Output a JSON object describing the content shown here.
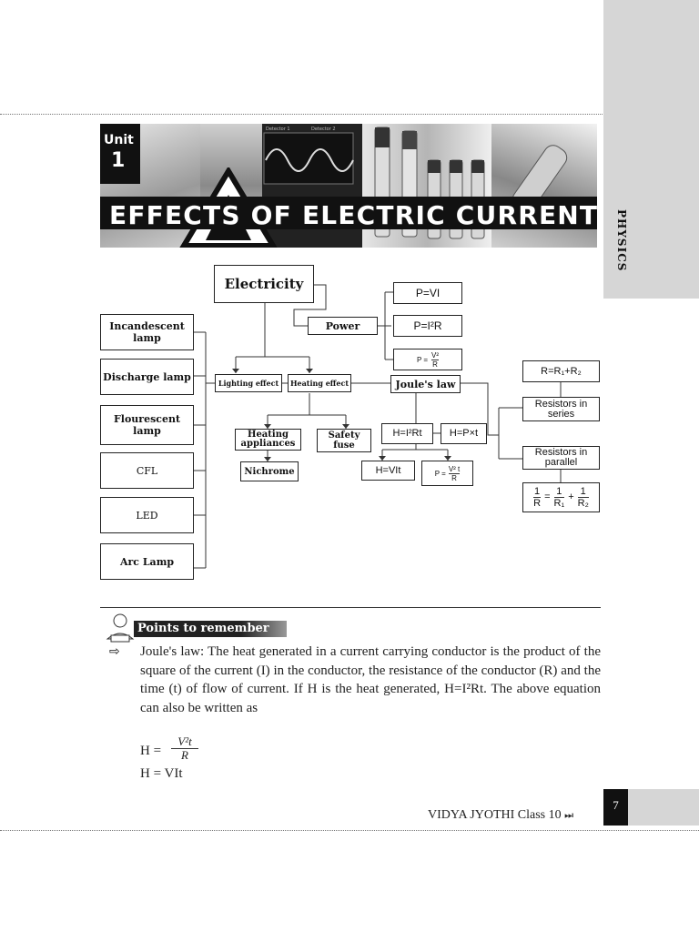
{
  "side_tab": {
    "label": "PHYSICS"
  },
  "banner": {
    "unit_label": "Unit",
    "unit_number": "1",
    "title": "EFFECTS OF ELECTRIC CURRENT",
    "scope_labels": [
      "Detector 1",
      "Detector 2"
    ]
  },
  "chart": {
    "electricity": "Electricity",
    "power": "Power",
    "p1": "P=VI",
    "p2": "P=I²R",
    "p3_num": "V²",
    "p3_den": "R",
    "p3_lhs": "P =",
    "lighting": "Lighting effect",
    "heating": "Heating effect",
    "joule": "Joule's law",
    "lamps": [
      "Incandescent lamp",
      "Discharge lamp",
      "Flourescent lamp",
      "CFL",
      "LED",
      "Arc Lamp"
    ],
    "heating_appliances": "Heating appliances",
    "safety_fuse": "Safety fuse",
    "nichrome": "Nichrome",
    "h1": "H=I²Rt",
    "h2": "H=P×t",
    "h3": "H=VIt",
    "h4_lhs": "P =",
    "h4_num": "V²",
    "h4_t": "t",
    "h4_den": "R",
    "r_series_eq": "R=R₁+R₂",
    "resistors_series": "Resistors in series",
    "resistors_parallel": "Resistors in parallel",
    "par_one": "1",
    "par_r": "R",
    "par_r1": "R₁",
    "par_r2": "R₂",
    "par_eq": "=",
    "par_plus": "+"
  },
  "points": {
    "heading": "Points to remember",
    "text": "Joule's law: The heat generated in a current carrying conductor is the product of the square of the current (I) in the conductor, the resistance of the conductor (R) and the time (t) of flow of current. If H is the heat generated, H=I²Rt. The above equation can also be written as",
    "eq1_lhs": "H =",
    "eq1_num": "V²t",
    "eq1_den": "R",
    "eq2": "H = VIt"
  },
  "footer": {
    "text": "VIDYA JYOTHI  Class 10",
    "arrow": "⏭",
    "page_number": "7"
  }
}
